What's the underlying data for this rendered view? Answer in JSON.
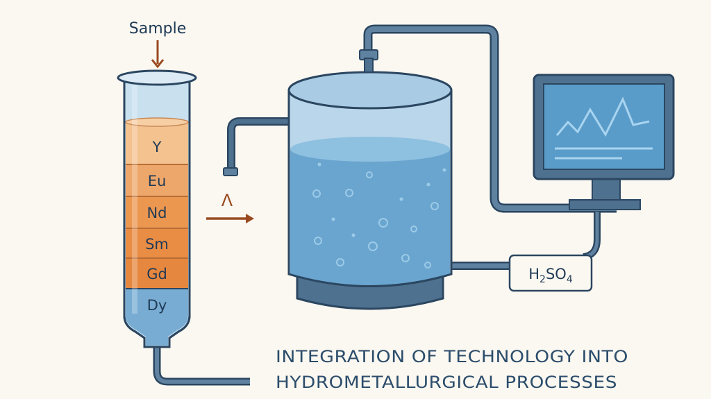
{
  "diagram": {
    "sample_label": "Sample",
    "column_layers": [
      "Y",
      "Eu",
      "Nd",
      "Sm",
      "Gd",
      "Dy"
    ],
    "lambda_symbol": "Λ",
    "reagent": {
      "main": "H",
      "sub1": "2",
      "mid": "SO",
      "sub2": "4"
    },
    "title_lines": [
      "INTEGRATION OF TECHNOLOGY INTO",
      "HYDROMETALLURGICAL PROCESSES"
    ],
    "colors": {
      "background": "#fbf8f1",
      "pipe": "#4f7190",
      "outline": "#2b4660",
      "water": "#6aa5cf",
      "orange": "#e98d45",
      "arrow": "#9a4a20"
    }
  }
}
